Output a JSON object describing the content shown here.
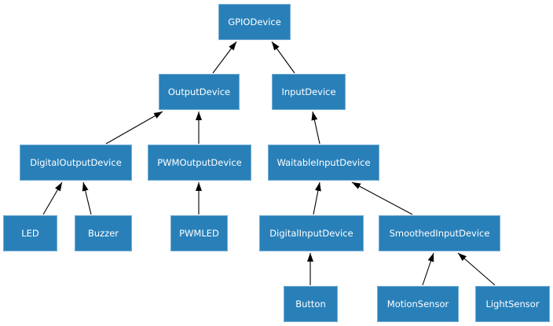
{
  "diagram": {
    "type": "inheritance-diagram",
    "nodes": [
      {
        "id": "GPIODevice",
        "label": "GPIODevice"
      },
      {
        "id": "OutputDevice",
        "label": "OutputDevice"
      },
      {
        "id": "InputDevice",
        "label": "InputDevice"
      },
      {
        "id": "DigitalOutputDevice",
        "label": "DigitalOutputDevice"
      },
      {
        "id": "PWMOutputDevice",
        "label": "PWMOutputDevice"
      },
      {
        "id": "WaitableInputDevice",
        "label": "WaitableInputDevice"
      },
      {
        "id": "LED",
        "label": "LED"
      },
      {
        "id": "Buzzer",
        "label": "Buzzer"
      },
      {
        "id": "PWMLED",
        "label": "PWMLED"
      },
      {
        "id": "DigitalInputDevice",
        "label": "DigitalInputDevice"
      },
      {
        "id": "SmoothedInputDevice",
        "label": "SmoothedInputDevice"
      },
      {
        "id": "Button",
        "label": "Button"
      },
      {
        "id": "MotionSensor",
        "label": "MotionSensor"
      },
      {
        "id": "LightSensor",
        "label": "LightSensor"
      }
    ],
    "edges": [
      {
        "from": "OutputDevice",
        "to": "GPIODevice"
      },
      {
        "from": "InputDevice",
        "to": "GPIODevice"
      },
      {
        "from": "DigitalOutputDevice",
        "to": "OutputDevice"
      },
      {
        "from": "PWMOutputDevice",
        "to": "OutputDevice"
      },
      {
        "from": "WaitableInputDevice",
        "to": "InputDevice"
      },
      {
        "from": "LED",
        "to": "DigitalOutputDevice"
      },
      {
        "from": "Buzzer",
        "to": "DigitalOutputDevice"
      },
      {
        "from": "PWMLED",
        "to": "PWMOutputDevice"
      },
      {
        "from": "DigitalInputDevice",
        "to": "WaitableInputDevice"
      },
      {
        "from": "SmoothedInputDevice",
        "to": "WaitableInputDevice"
      },
      {
        "from": "Button",
        "to": "DigitalInputDevice"
      },
      {
        "from": "MotionSensor",
        "to": "SmoothedInputDevice"
      },
      {
        "from": "LightSensor",
        "to": "SmoothedInputDevice"
      }
    ],
    "colors": {
      "node_fill": "#2980b9",
      "node_border": "#74aed4",
      "node_text": "#ffffff",
      "edge": "#000000",
      "background": "#ffffff"
    }
  }
}
